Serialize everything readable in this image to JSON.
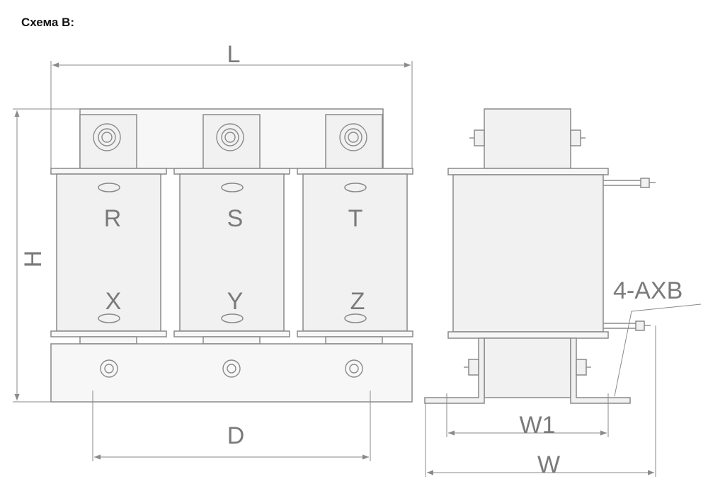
{
  "title": "Схема В:",
  "dimensions": {
    "length": "L",
    "height": "H",
    "mount_distance": "D",
    "mount_width": "W1",
    "total_width": "W",
    "mount_holes": "4-AXB"
  },
  "coils": [
    {
      "top": "R",
      "bottom": "X"
    },
    {
      "top": "S",
      "bottom": "Y"
    },
    {
      "top": "T",
      "bottom": "Z"
    }
  ],
  "colors": {
    "line": "#8a8a8a",
    "fill": "#f1f1f1"
  }
}
